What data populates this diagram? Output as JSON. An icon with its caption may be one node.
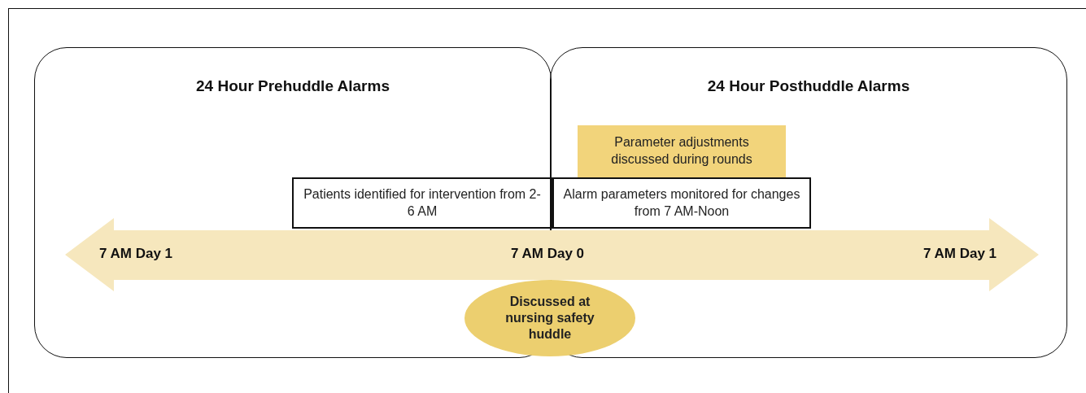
{
  "diagram": {
    "nodes": [
      {
        "text": [
          "24 Hour Prehuddle Alarms"
        ]
      },
      {
        "text": [
          "24 Hour Posthuddle Alarms"
        ]
      },
      {
        "text": [
          "Parameter adjustments discussed during rounds"
        ],
        "in": 1
      },
      {
        "text": [
          "Patients identified for intervention from 2-6 AM"
        ],
        "in": 0
      },
      {
        "text": [
          "Alarm parameters monitored for changes from 7 AM-Noon"
        ],
        "in": 1
      },
      {
        "text": [
          "Discussed at nursing safety huddle"
        ]
      }
    ],
    "edges": [],
    "labels": [
      "7 AM Day 1",
      "7 AM Day 0",
      "7 AM Day 1"
    ]
  }
}
